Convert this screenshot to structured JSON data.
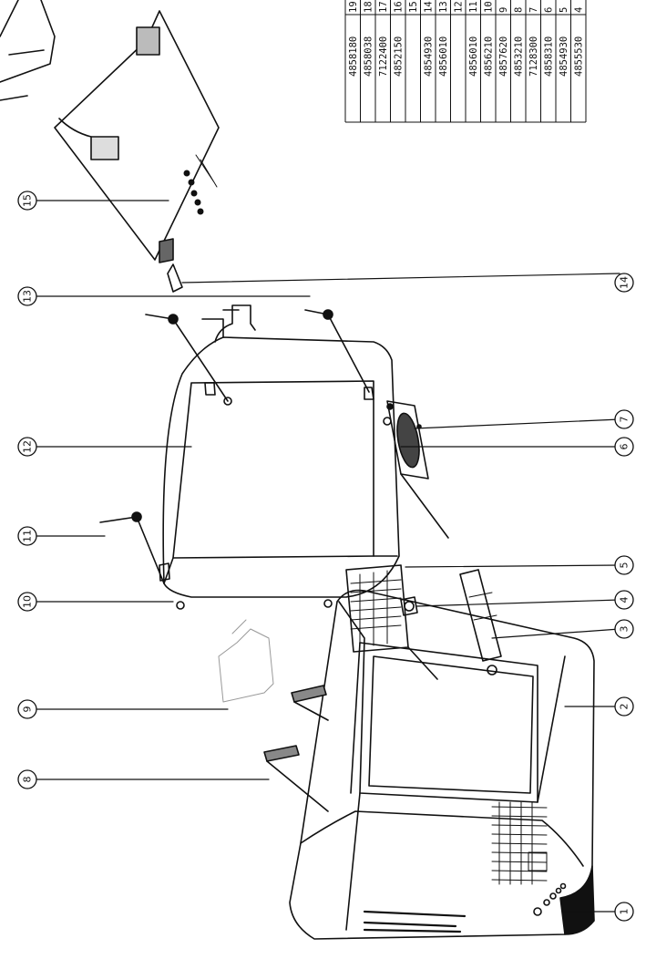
{
  "callouts": [
    {
      "id": "1",
      "label": "1"
    },
    {
      "id": "2",
      "label": "2"
    },
    {
      "id": "3",
      "label": "3"
    },
    {
      "id": "4",
      "label": "4"
    },
    {
      "id": "5",
      "label": "5"
    },
    {
      "id": "6",
      "label": "6"
    },
    {
      "id": "7",
      "label": "7"
    },
    {
      "id": "8",
      "label": "8"
    },
    {
      "id": "9",
      "label": "9"
    },
    {
      "id": "10",
      "label": "10"
    },
    {
      "id": "11",
      "label": "11"
    },
    {
      "id": "12",
      "label": "12"
    },
    {
      "id": "13",
      "label": "13"
    },
    {
      "id": "14",
      "label": "14"
    },
    {
      "id": "15",
      "label": "15"
    }
  ],
  "parts_table": {
    "rows": [
      {
        "no": "19",
        "code": "4858180"
      },
      {
        "no": "18",
        "code": "4858038"
      },
      {
        "no": "17",
        "code": "7122400"
      },
      {
        "no": "16",
        "code": "4852150"
      },
      {
        "no": "15",
        "code": ""
      },
      {
        "no": "14",
        "code": "4854930"
      },
      {
        "no": "13",
        "code": "4856010"
      },
      {
        "no": "12",
        "code": ""
      },
      {
        "no": "11",
        "code": "4856010"
      },
      {
        "no": "10",
        "code": "4856210"
      },
      {
        "no": "9",
        "code": "4857620"
      },
      {
        "no": "8",
        "code": "4853210"
      },
      {
        "no": "7",
        "code": "7128300"
      },
      {
        "no": "6",
        "code": "4858310"
      },
      {
        "no": "5",
        "code": "4854930"
      },
      {
        "no": "4",
        "code": "4855530"
      }
    ]
  }
}
